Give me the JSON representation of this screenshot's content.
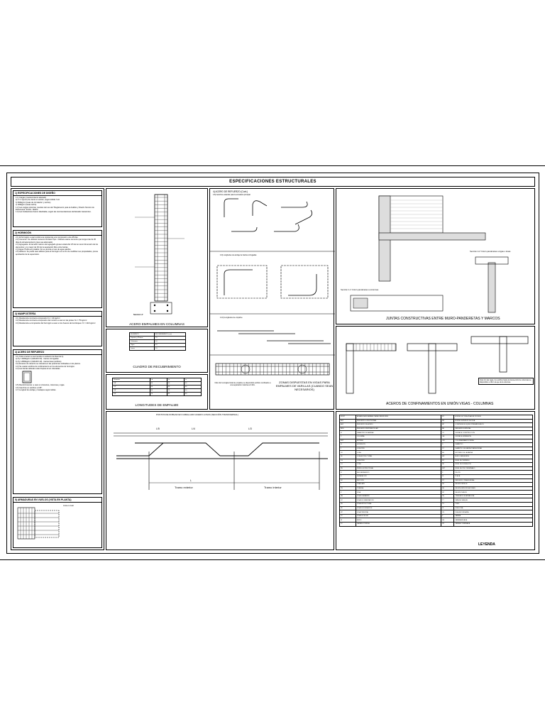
{
  "sheet": {
    "title": "ESPECIFICACIONES ESTRUCTURALES"
  },
  "specs": {
    "s1": {
      "heading": "1) ESPECIFICACIONES DE DISEÑO",
      "lines": [
        "1.1) Cargas (mantenimiento alterado)",
        "a) f´c 2 fy(min) de viento en acción, según ASCE 7-10",
        "b) 500kg/m² (losas de circulación y techos)",
        "c) 200kg/m² (losas techo)",
        "1.2) Las cargas sísmicas: resultan del uso del \"Reglamento para el Análisis y Diseño Sísmico de Estructuras\" R-001 - MAPC",
        "1.3) Las fundaciones fueron diseñadas, según las recomendaciones del Estudio Geotécnico."
      ]
    },
    "s2": {
      "heading": "2) HORMIGÓN",
      "lines": [
        "2.1) El hormigón a usar tendrá una resistencia a la compresión a los 28 días",
        "2.2) Cemento: Se utilizará Cemento Portland Tipo I. Deberá usarse cemento que tenga más de 30 días de almacenamiento (que sea adecuado).",
        "2.3) Agregados: El tamaño máximo del agregado grueso estará del 1/5 de la menor dimensión de los elementos y no mayor de 3/4 de la separación libre entre barras.",
        "2.4) Agua: Podrá ser potable. No se permite el uso de agua salobre.",
        "2.5) Aditivos: Se podrá usar aditivos para el hormigón con el fin de modificar sus propiedades, previa aprobación de la supervisión."
      ]
    },
    "s3": {
      "heading": "3) MAMPOSTERÍA",
      "lines": [
        "3.1) Resistencia nominal a compresión fm = 40 kg/cm²",
        "3.2) Resistencia nominal a compresión del mortero a usar en las juntas: fm = 75 kg/cm²",
        "3.3) Resistencia a compresión del hormigón a usar en los huecos de los bloques: f'c = 210 kg/cm²"
      ]
    },
    "s4": {
      "heading": "4) ACERO DE REFUERZO",
      "lines": [
        "4.1) Todo el acero a usar tendrá un esfuerzo de fluencia fy:",
        "a) Fy= 4200kg/cm² (GRADO 60) - barras corrugadas",
        "b) Fy= 2800kg/cm² (GRADO 40) - barras lisas (estribos)",
        "4.2) El acero de refuerzo se colocará en las posiciones indicadas en los planos.",
        "4.3) Se usarán estribos de confinamiento en los elementos de hormigón.",
        "4.4) Las barras deberán estar limpias al ser colocadas.",
        "4.5) Recubrimientos: a usar en cimientos, columnas y vigas.",
        "4.6) Ganchos en estribos a 135°.",
        "4.7) Longitud de anclaje y traslapes según tablas."
      ]
    },
    "s5": {
      "heading": "5) ARMADURAS EN VUELOS (VISTA EN PLANTA)",
      "note": "Losa en vuelo"
    }
  },
  "col2": {
    "seccion_label": "Sección 1-1'",
    "empalme_title": "ACERO EMPALMES EN COLUMNAS",
    "recub_title": "CUADRO DE RECUBRIMIENTO",
    "recub_rows": [
      [
        "ELEMENTO",
        "RECUBRIMIENTO (cm)"
      ],
      [
        "Zapatas y Plateas",
        "7.5"
      ],
      [
        "Columnas",
        "4.0"
      ],
      [
        "Vigas",
        "4.0"
      ],
      [
        "Losas",
        "2.5"
      ]
    ],
    "long_title": "LONGITUDES DE EMPALME",
    "long_rows": [
      [
        "Diámetro",
        "Ld",
        "Le",
        "Lc"
      ],
      [
        "3/8\"",
        "40",
        "50",
        "30"
      ],
      [
        "1/2\"",
        "50",
        "60",
        "40"
      ],
      [
        "5/8\"",
        "60",
        "75",
        "50"
      ],
      [
        "3/4\"",
        "75",
        "95",
        "60"
      ]
    ]
  },
  "col3": {
    "heading": "4) ACERO DE REFUERZO (Cont.)",
    "sub1": "4.8) Ganchos estándar para la armadura principal",
    "sub2": "4.9) Longitudes de anclaje de barras corrugadas",
    "sub3": "4.10) Longitudes de empalme",
    "zonas_title": "ZONAS DISPUESTAS EN VIGAS PARA EMPALMES DE VARILLAS (CUANDO SEAN NECESARIOS)",
    "note": "Nota: En la longitud total de empalme se dispondrán estribos confinados a una separación máxima a 0.10m."
  },
  "col4": {
    "juntas_title": "JUNTAS CONSTRUCTIVAS ENTRE MURO-PANDERETAS Y MARCOS",
    "seccion1": "Sección 1-1' Unión panderetas a columnas",
    "seccion2": "Sección 2-2' Unión panderetas a vigas o losas",
    "acero_title": "ACEROS DE CONFINAMIENTOS EN UNIÓN VIGAS - COLUMNAS",
    "nota_box": "Nota: En las vigas, los estribos hasta la intersección de columnas se dispondrán a 10cm de eje de la columna."
  },
  "bottom": {
    "puntos_title": "PUNTOS DE DOBLAD EN CABALLADO ACERO LOSAS (SECCIÓN TRANSVERSAL)",
    "tramo_ext": "Tramo exterior",
    "tramo_int": "Tramo interior",
    "l5": "L/5",
    "l4": "L/4",
    "l3": "L/3",
    "l": "L"
  },
  "legend": {
    "title": "LEYENDA",
    "rows": [
      [
        "EXIST",
        "ARMADURA EN AMBAS CARAS INFERIORES",
        "BT",
        "BORDE DE TODA VIGA EJE POR EJE"
      ],
      [
        "AS1",
        "REFUERZO LONGITUDINAL",
        "BS",
        "BORDE SUPERIOR DE VIGA"
      ],
      [
        "AS2",
        "REFUERZO DE ACERO",
        "BP",
        "LOSETA DE BLOQUES PREFABRICADOS"
      ],
      [
        "BRG",
        "REFUERZO PERPENDICULAR",
        "BE",
        "REFUERZO ESPECIAL"
      ],
      [
        "Ø",
        "DIÁMETRO DE BARRAS",
        "CC",
        "JUNTA DE CONSTRUCCIÓN"
      ],
      [
        "C",
        "COLUMNA",
        "CA",
        "JUNTA DE EXPANSIÓN"
      ],
      [
        "EST",
        "ESTRIBO",
        "CM",
        "COLUMNA MAMPOSTERÍA"
      ],
      [
        "H",
        "HORMIGÓN",
        "D",
        "DIÁMETRO"
      ],
      [
        "L",
        "LONGITUD",
        "DT",
        "DIÁMETRO DE BARRA TRANSVERSAL"
      ],
      [
        "LS",
        "LOSA",
        "EE",
        "EXTREMO DE LA BARRA"
      ],
      [
        "LE",
        "LOSA ESTRUCTURAL",
        "MP",
        "MURO PANDERETA"
      ],
      [
        "LG",
        "LONGITUD",
        "NT",
        "NIVEL DE TERRENO"
      ],
      [
        "LO",
        "LOSA",
        "NF",
        "NIVEL DE FUNDACIÓN"
      ],
      [
        "PE",
        "PERFIL ESTRUCTURAL",
        "NPT",
        "NIVEL DE PISO TERMINADO"
      ],
      [
        "R",
        "RECUBRIMIENTO",
        "P",
        "PILOTE"
      ],
      [
        "S",
        "SEPARACIÓN",
        "PL",
        "PLACA"
      ],
      [
        "SC",
        "SECCIÓN",
        "RT",
        "REFUERZO TRANSVERSAL"
      ],
      [
        "T",
        "TRASLAPE",
        "SD",
        "SEGÚN DETALLE"
      ],
      [
        "TB",
        "TUBERÍA",
        "SE",
        "SEGÚN ESPECIFICACIONES"
      ],
      [
        "V",
        "VIGA",
        "SP",
        "SEGÚN PLANOS"
      ],
      [
        "VA",
        "VIGA DE AMARRE",
        "TA",
        "TRASLAPE DE ARMADURA"
      ],
      [
        "VC",
        "VIGA DE CIMENTACIÓN",
        "TT",
        "TAPA DE TANQUE"
      ],
      [
        "VE",
        "VIGA ESTRUCTURAL",
        "TU",
        "TUBO"
      ],
      [
        "VF",
        "VIGA DE FUNDACIÓN",
        "VL",
        "VIGA LOSA"
      ],
      [
        "VP",
        "VIGA PRINCIPAL",
        "VS",
        "VIGA SECUNDARIA"
      ],
      [
        "VT",
        "VIGA DE TECHO",
        "Z",
        "ZAPATA"
      ],
      [
        "W",
        "MURO",
        "ZA",
        "ZAPATA AISLADA"
      ],
      [
        "ZC",
        "ZAPATA CORRIDA",
        "ZR",
        "ZAPATA COMBINADA"
      ]
    ]
  }
}
